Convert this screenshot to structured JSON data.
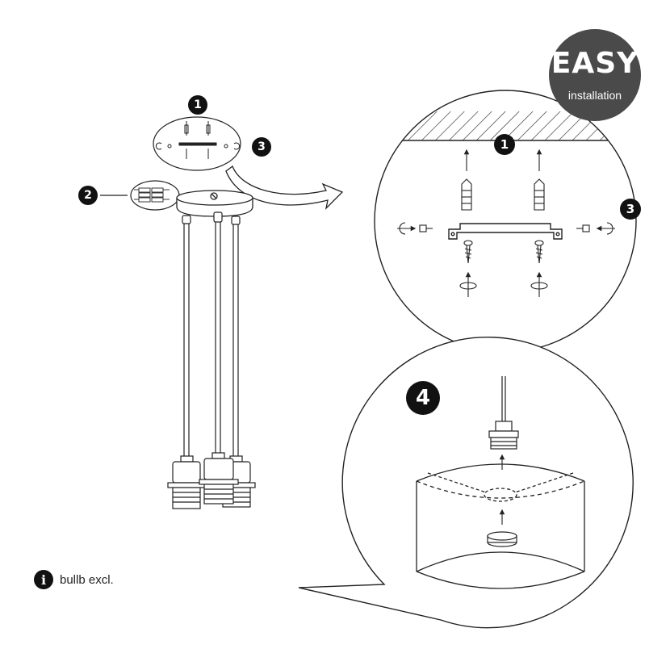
{
  "easy_badge": {
    "title": "EASY",
    "subtitle": "installation"
  },
  "steps": {
    "one": "1",
    "two": "2",
    "three": "3",
    "four": "4"
  },
  "bulb_note": {
    "icon": "info-icon",
    "icon_glyph": "i",
    "text": "bullb excl."
  },
  "colors": {
    "ink": "#111111",
    "badge_grey": "#4a4a4a",
    "background": "#ffffff"
  }
}
